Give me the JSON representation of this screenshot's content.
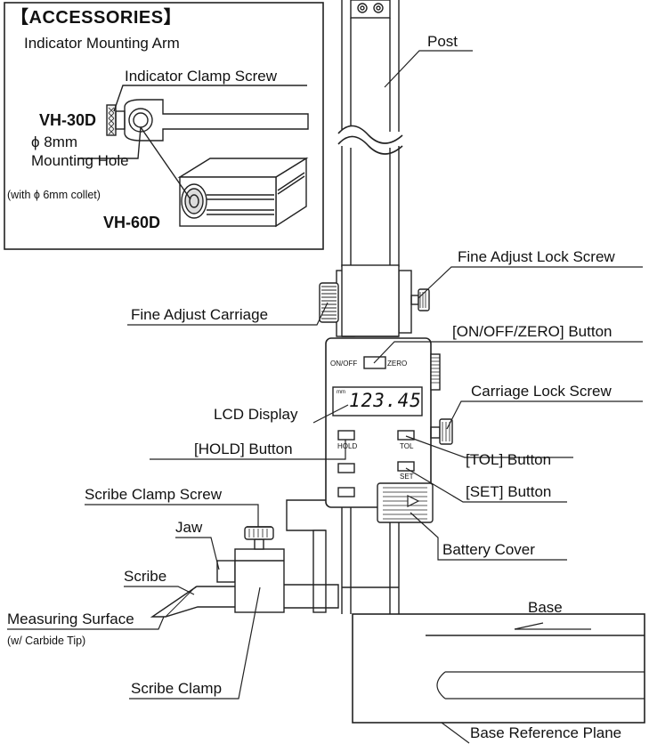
{
  "accessories": {
    "title": "【ACCESSORIES】",
    "arm_label": "Indicator Mounting Arm",
    "clamp_screw_label": "Indicator Clamp Screw",
    "model_small": "VH-30D",
    "hole_size": "ϕ 8mm",
    "hole_label": "Mounting Hole",
    "collet_note": "(with ϕ 6mm collet)",
    "model_large": "VH-60D"
  },
  "labels": {
    "post": "Post",
    "fine_adjust_lock_screw": "Fine Adjust Lock Screw",
    "fine_adjust_carriage": "Fine Adjust Carriage",
    "on_off_zero_button": "[ON/OFF/ZERO] Button",
    "carriage_lock_screw": "Carriage Lock Screw",
    "lcd_display": "LCD Display",
    "hold_button": "[HOLD] Button",
    "tol_button": "[TOL] Button",
    "set_button": "[SET] Button",
    "scribe_clamp_screw": "Scribe Clamp Screw",
    "jaw": "Jaw",
    "scribe": "Scribe",
    "battery_cover": "Battery Cover",
    "measuring_surface": "Measuring Surface",
    "carbide_tip": "(w/ Carbide Tip)",
    "base": "Base",
    "scribe_clamp": "Scribe Clamp",
    "base_reference_plane": "Base Reference Plane"
  },
  "device": {
    "onoff_text": "ON/OFF",
    "zero_text": "ZERO",
    "lcd_value": "123.45",
    "lcd_unit": "mm",
    "hold_text": "HOLD",
    "tol_text": "TOL",
    "set_text": "SET"
  }
}
